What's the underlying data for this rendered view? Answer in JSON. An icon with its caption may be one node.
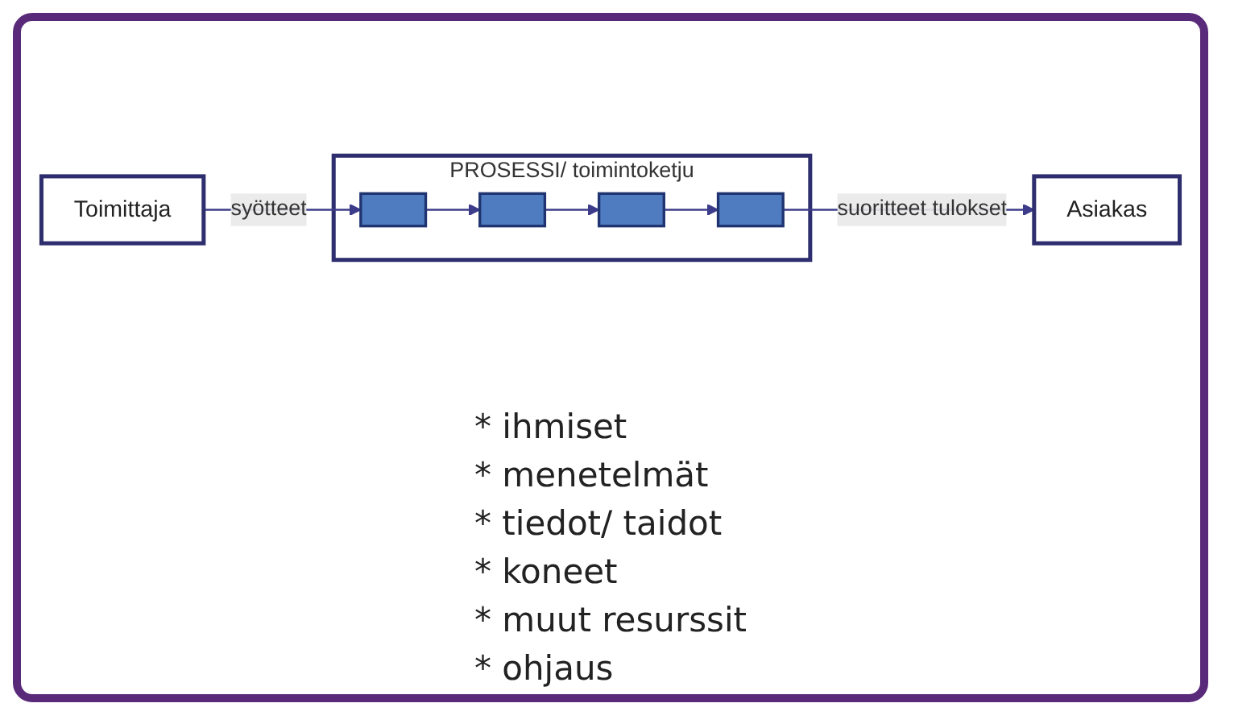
{
  "diagram": {
    "nodes": [
      {
        "text": [
          "Toimittaja"
        ]
      },
      {
        "text": [
          "PROSESSI/ toimintoketju"
        ]
      },
      {
        "text": [],
        "shape": "box",
        "in": 1
      },
      {
        "text": [],
        "shape": "box",
        "in": 1
      },
      {
        "text": [],
        "shape": "box",
        "in": 1
      },
      {
        "text": [],
        "shape": "box",
        "in": 1
      },
      {
        "text": [
          "Asiakas"
        ]
      }
    ],
    "edges": [
      {
        "from": 0,
        "to": 2,
        "arrow": "to",
        "label": "syötteet"
      },
      {
        "from": 2,
        "to": 3,
        "arrow": "to"
      },
      {
        "from": 3,
        "to": 4,
        "arrow": "to"
      },
      {
        "from": 4,
        "to": 5,
        "arrow": "to"
      },
      {
        "from": 5,
        "to": 6,
        "arrow": "to",
        "label": "suoritteet tulokset"
      }
    ],
    "labels": [
      "* ihmiset",
      "* menetelmät",
      "* tiedot/ taidot",
      "* koneet",
      "* muut resurssit",
      "* ohjaus"
    ]
  }
}
